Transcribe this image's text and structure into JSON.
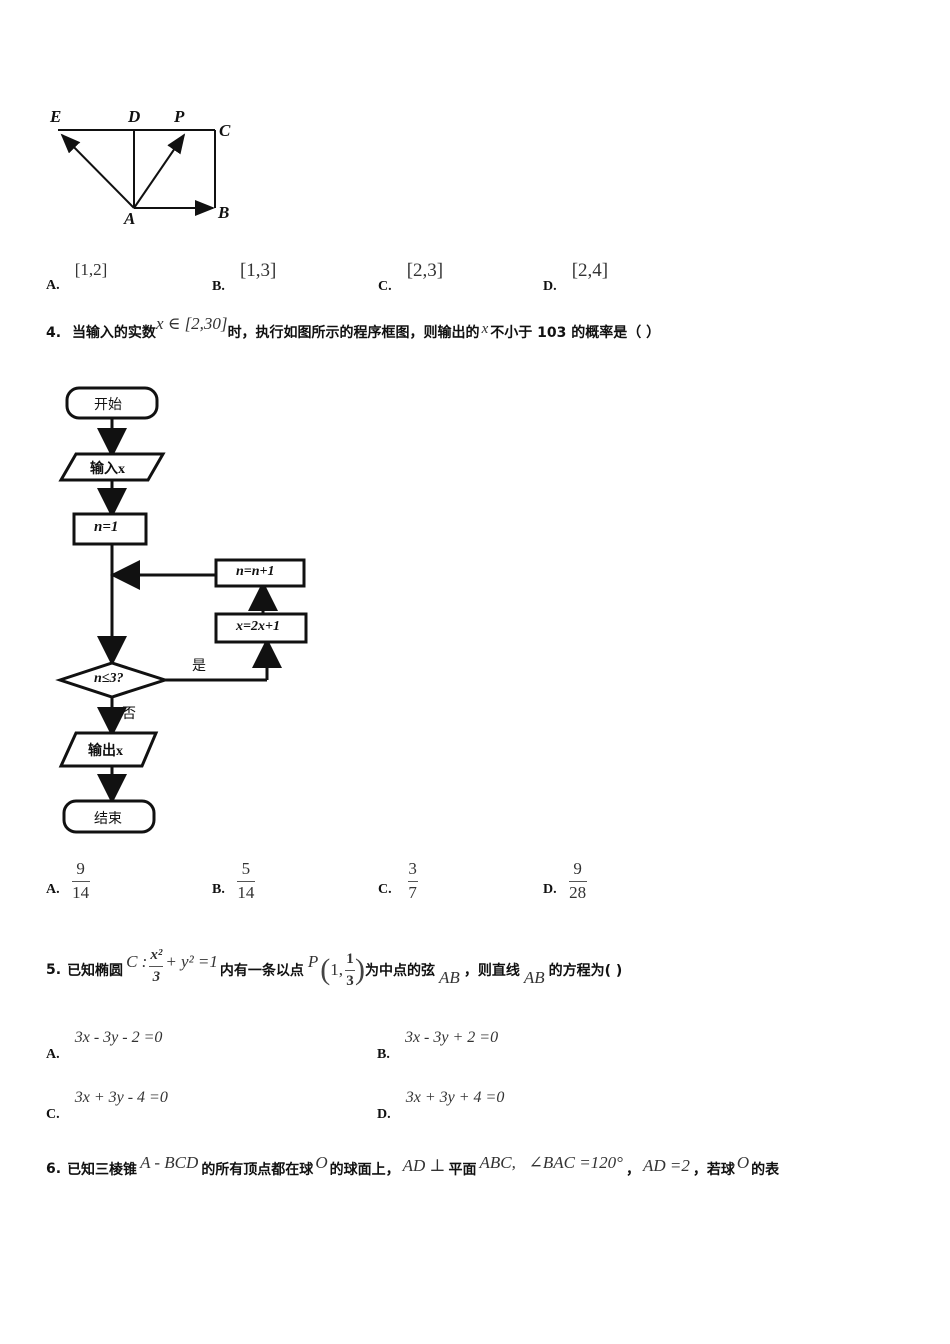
{
  "figure_vectors": {
    "labels": {
      "E": "E",
      "D": "D",
      "P": "P",
      "C": "C",
      "A": "A",
      "B": "B"
    }
  },
  "q3_options": [
    {
      "label": "A.",
      "value": "[1,2]"
    },
    {
      "label": "B.",
      "value": "[1,3]"
    },
    {
      "label": "C.",
      "value": "[2,3]"
    },
    {
      "label": "D.",
      "value": "[2,4]"
    }
  ],
  "q4": {
    "number": "4.",
    "text_1": "当输入的实数",
    "math_1": "x ∈ [2,30]",
    "text_2": "时，执行如图所示的程序框图，则输出的",
    "math_2": "x",
    "text_3": "不小于 103 的概率是（    ）",
    "flowchart": {
      "start": "开始",
      "input": "输入x",
      "init": "n=1",
      "update_n": "n=n+1",
      "update_x": "x=2x+1",
      "condition": "n≤3?",
      "yes": "是",
      "no": "否",
      "output": "输出x",
      "end": "结束"
    },
    "options": [
      {
        "label": "A.",
        "num": "9",
        "den": "14"
      },
      {
        "label": "B.",
        "num": "5",
        "den": "14"
      },
      {
        "label": "C.",
        "num": "3",
        "den": "7"
      },
      {
        "label": "D.",
        "num": "9",
        "den": "28"
      }
    ]
  },
  "q5": {
    "number": "5.",
    "text_1": "已知椭圆",
    "math_c": "C :",
    "frac_num": "x²",
    "frac_den": "3",
    "math_rest": "+ y² =1",
    "text_2": "内有一条以点",
    "point_P": "P",
    "point_x": "1,",
    "point_num": "1",
    "point_den": "3",
    "text_3": "为中点的弦",
    "math_ab1": "AB",
    "text_4": "，则直线",
    "math_ab2": "AB",
    "text_5": "的方程为(    )",
    "options": [
      {
        "label": "A.",
        "value": "3x - 3y - 2 =0"
      },
      {
        "label": "B.",
        "value": "3x - 3y + 2 =0"
      },
      {
        "label": "C.",
        "value": "3x + 3y - 4 =0"
      },
      {
        "label": "D.",
        "value": "3x + 3y + 4 =0"
      }
    ]
  },
  "q6": {
    "number": "6.",
    "text_1": "已知三棱锥",
    "math_1": "A - BCD",
    "text_2": "的所有顶点都在球",
    "math_2": "O",
    "text_3": "的球面上，",
    "math_3": "AD ⊥",
    "text_4": "平面",
    "math_4": "ABC,   ∠BAC =120°",
    "text_5": "，",
    "math_5": "AD =2",
    "text_6": "，若球",
    "math_6": "O",
    "text_7": "的表"
  }
}
